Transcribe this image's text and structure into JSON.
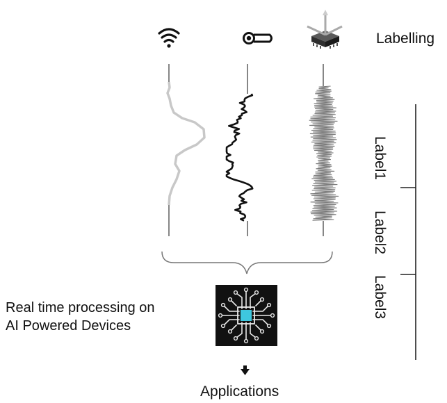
{
  "header_label": "Labelling",
  "labels": [
    "Label1",
    "Label2",
    "Label3"
  ],
  "processing_text": {
    "line1": "Real time processing on",
    "line2": "AI Powered Devices"
  },
  "output_text": "Applications",
  "icons": [
    "wifi-icon",
    "thermometer-icon",
    "imu-sensor-icon",
    "ai-chip-icon",
    "arrow-down-icon"
  ],
  "colors": {
    "wifi_signal": "#c8c8c8",
    "temperature_signal": "#111111",
    "imu_signal": "#8a8a8a",
    "chip_accent": "#3ec7de",
    "chip_bg": "#111111"
  }
}
